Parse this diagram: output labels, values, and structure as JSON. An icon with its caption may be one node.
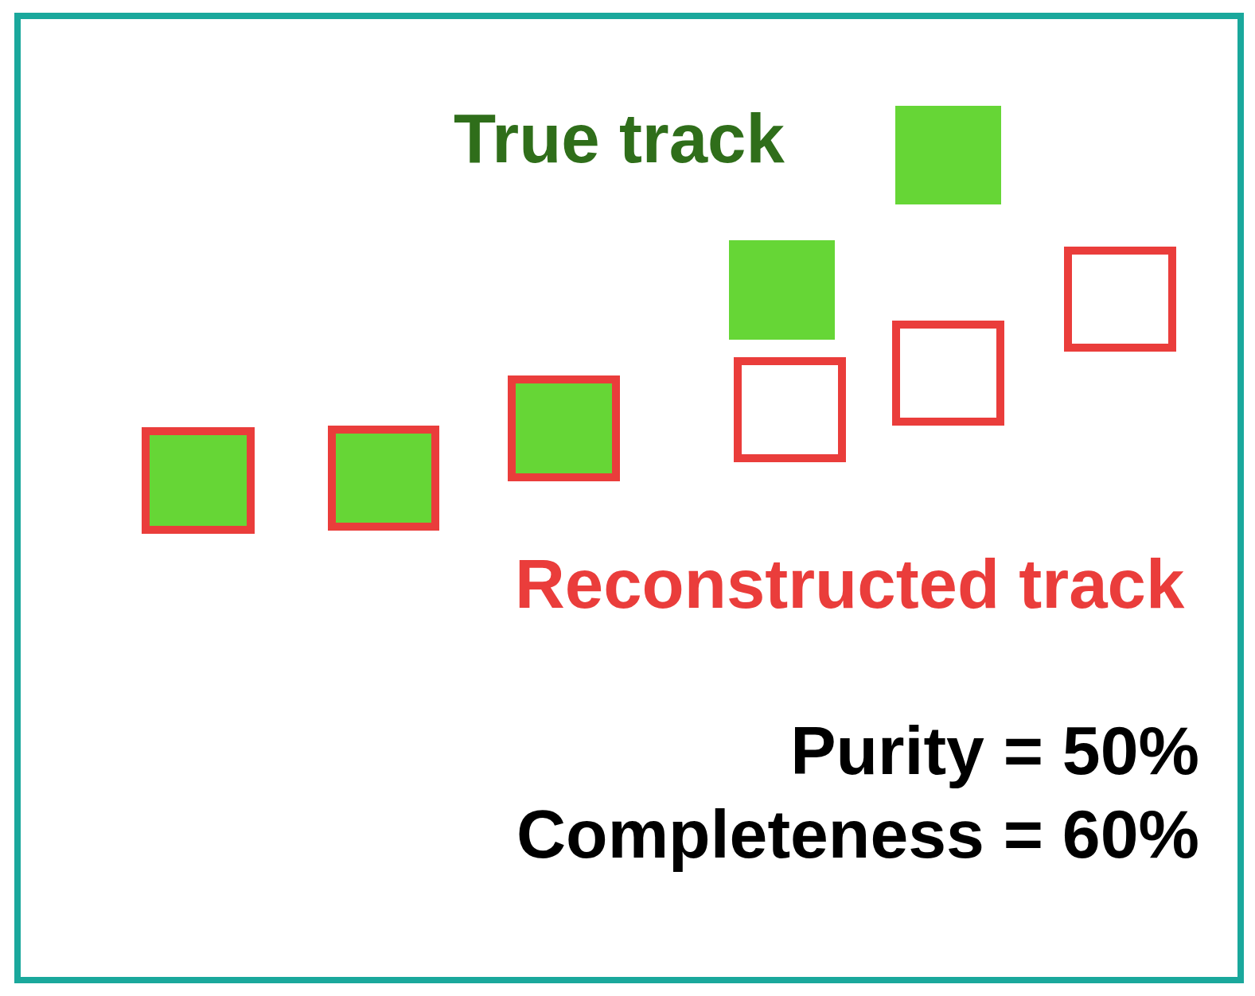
{
  "diagram": {
    "labels": [
      "True track",
      "Reconstructed track",
      "Purity = 50%",
      "Completeness = 60%"
    ]
  }
}
